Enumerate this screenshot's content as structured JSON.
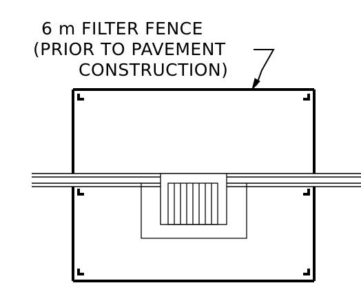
{
  "callout": {
    "line1": "6 m FILTER FENCE",
    "line2": "(PRIOR TO PAVEMENT",
    "line3": "CONSTRUCTION)"
  },
  "colors": {
    "ink": "#000000",
    "background": "#ffffff"
  }
}
